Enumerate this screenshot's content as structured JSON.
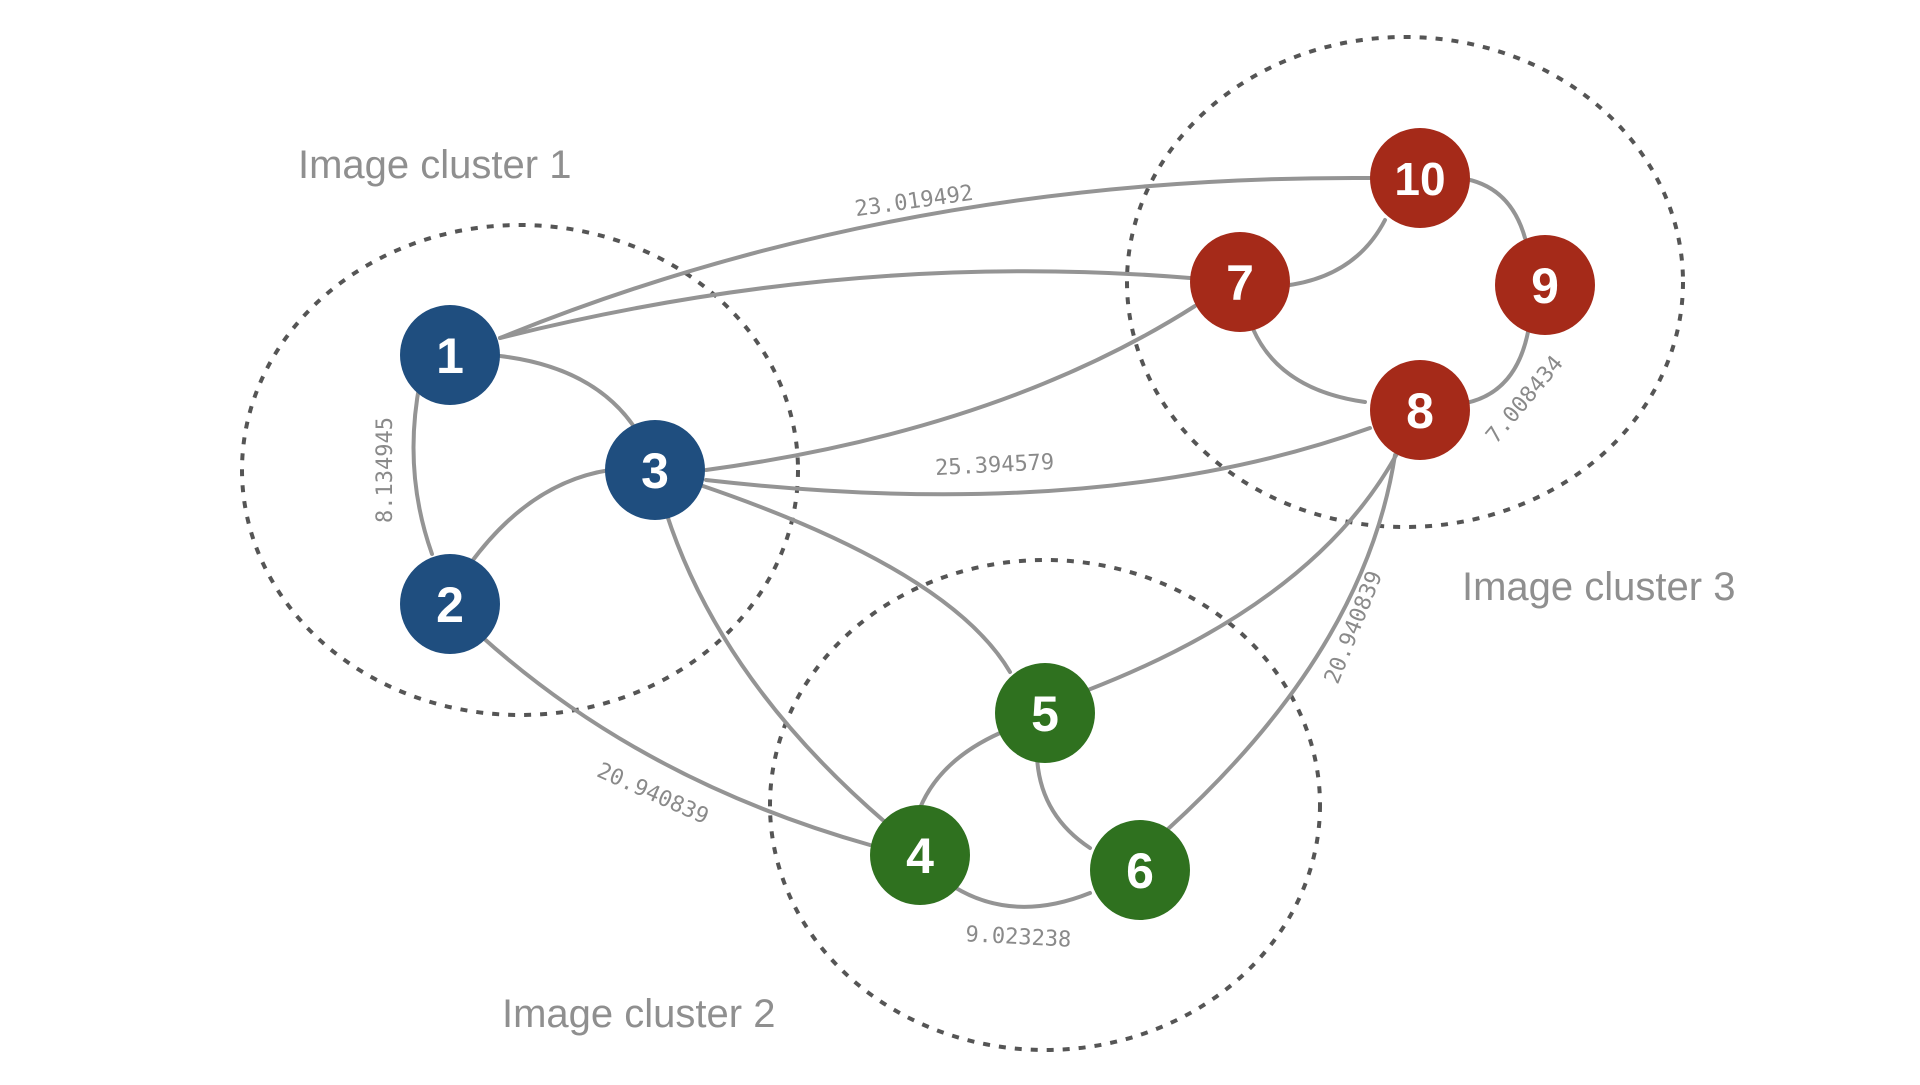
{
  "colors": {
    "cluster_1": "#1f4e7f",
    "cluster_2": "#2f711f",
    "cluster_3": "#a52a19",
    "edge": "#949494",
    "ring": "#555555",
    "label": "#8f8f8f"
  },
  "clusters": [
    {
      "id": "c1",
      "label": "Image cluster 1",
      "color_key": "cluster_1"
    },
    {
      "id": "c2",
      "label": "Image cluster 2",
      "color_key": "cluster_2"
    },
    {
      "id": "c3",
      "label": "Image cluster 3",
      "color_key": "cluster_3"
    }
  ],
  "nodes": [
    {
      "id": "1",
      "label": "1",
      "cluster": "c1"
    },
    {
      "id": "2",
      "label": "2",
      "cluster": "c1"
    },
    {
      "id": "3",
      "label": "3",
      "cluster": "c1"
    },
    {
      "id": "4",
      "label": "4",
      "cluster": "c2"
    },
    {
      "id": "5",
      "label": "5",
      "cluster": "c2"
    },
    {
      "id": "6",
      "label": "6",
      "cluster": "c2"
    },
    {
      "id": "7",
      "label": "7",
      "cluster": "c3"
    },
    {
      "id": "8",
      "label": "8",
      "cluster": "c3"
    },
    {
      "id": "9",
      "label": "9",
      "cluster": "c3"
    },
    {
      "id": "10",
      "label": "10",
      "cluster": "c3"
    }
  ],
  "edges": [
    {
      "from": "1",
      "to": "2",
      "weight": "8.134945"
    },
    {
      "from": "1",
      "to": "3",
      "weight": ""
    },
    {
      "from": "2",
      "to": "3",
      "weight": ""
    },
    {
      "from": "1",
      "to": "10",
      "weight": "23.019492"
    },
    {
      "from": "1",
      "to": "7",
      "weight": ""
    },
    {
      "from": "3",
      "to": "7",
      "weight": ""
    },
    {
      "from": "3",
      "to": "8",
      "weight": "25.394579"
    },
    {
      "from": "3",
      "to": "5",
      "weight": ""
    },
    {
      "from": "3",
      "to": "4",
      "weight": ""
    },
    {
      "from": "2",
      "to": "4",
      "weight": "20.940839"
    },
    {
      "from": "4",
      "to": "5",
      "weight": ""
    },
    {
      "from": "4",
      "to": "6",
      "weight": "9.023238"
    },
    {
      "from": "5",
      "to": "6",
      "weight": ""
    },
    {
      "from": "5",
      "to": "8",
      "weight": ""
    },
    {
      "from": "6",
      "to": "8",
      "weight": "20.940839"
    },
    {
      "from": "7",
      "to": "10",
      "weight": ""
    },
    {
      "from": "7",
      "to": "8",
      "weight": ""
    },
    {
      "from": "10",
      "to": "9",
      "weight": ""
    },
    {
      "from": "9",
      "to": "8",
      "weight": "7.008434"
    }
  ]
}
